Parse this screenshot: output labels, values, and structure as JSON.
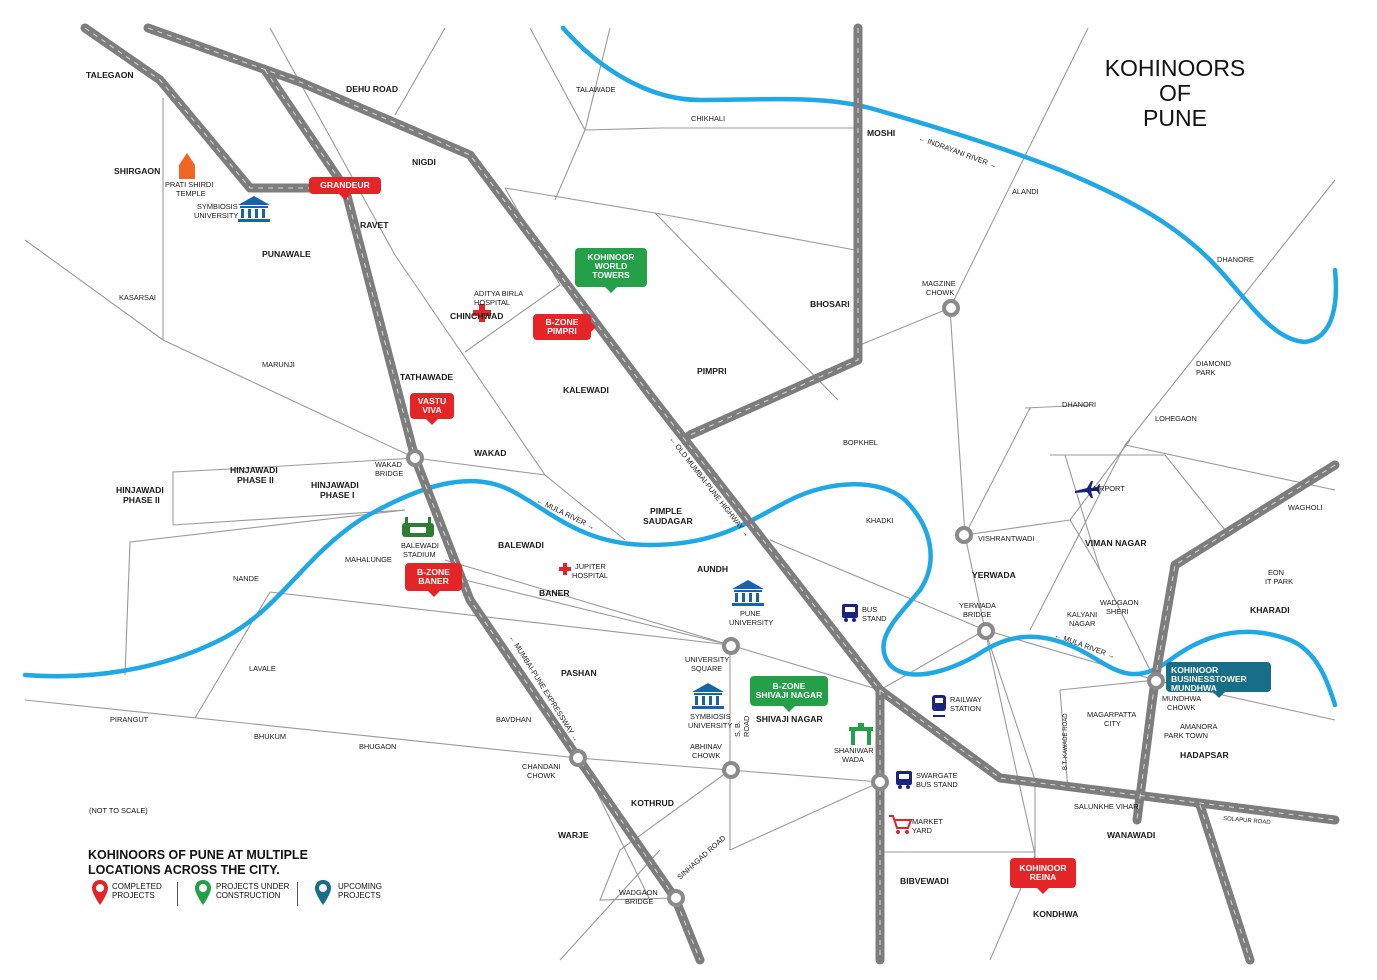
{
  "title": "KOHINOORS OF PUNE",
  "scale_note": "(NOT TO SCALE)",
  "legend": {
    "title": "KOHINOORS OF PUNE AT MULTIPLE LOCATIONS ACROSS THE CITY.",
    "items": [
      {
        "label": "COMPLETED PROJECTS",
        "color": "#e42528"
      },
      {
        "label": "PROJECTS UNDER CONSTRUCTION",
        "color": "#24a148"
      },
      {
        "label": "UPCOMING PROJECTS",
        "color": "#176e86"
      }
    ]
  },
  "projects": [
    {
      "name": "GRANDEUR",
      "status": "completed"
    },
    {
      "name": "KOHINOOR WORLD TOWERS",
      "status": "under-construction"
    },
    {
      "name": "B-ZONE PIMPRI",
      "status": "completed"
    },
    {
      "name": "VASTU VIVA",
      "status": "completed"
    },
    {
      "name": "B-ZONE BANER",
      "status": "completed"
    },
    {
      "name": "B-ZONE SHIVAJI NAGAR",
      "status": "under-construction"
    },
    {
      "name": "KOHINOOR BUSINESSTOWER MUNDHWA",
      "status": "upcoming"
    },
    {
      "name": "KOHINOOR REINA",
      "status": "completed"
    }
  ],
  "areas_bold": [
    "TALEGAON",
    "DEHU ROAD",
    "SHIRGAON",
    "NIGDI",
    "MOSHI",
    "RAVET",
    "PUNAWALE",
    "BHOSARI",
    "CHINCHWAD",
    "TATHAWADE",
    "KALEWADI",
    "PIMPRI",
    "WAKAD",
    "HINJAWADI PHASE II",
    "HINJAWADI PHASE II",
    "HINJAWADI PHASE I",
    "PIMPLE SAUDAGAR",
    "BALEWADI",
    "AUNDH",
    "BANER",
    "VIMAN NAGAR",
    "YERWADA",
    "KHARADI",
    "PASHAN",
    "SHIVAJI NAGAR",
    "HADAPSAR",
    "KOTHRUD",
    "WANAWADI",
    "WARJE",
    "BIBVEWADI",
    "KONDHWA"
  ],
  "areas_small": [
    "TALAWADE",
    "CHIKHALI",
    "ALANDI",
    "DHANORE",
    "KASARSAI",
    "MARUNJI",
    "DIAMOND PARK",
    "DHANORI",
    "LOHEGAON",
    "BOPKHEL",
    "KHADKI",
    "WAGHOLI",
    "EON IT PARK",
    "NANDE",
    "MAHALUNGE",
    "LAVALE",
    "PIRANGUT",
    "BHUKUM",
    "BHUGAON",
    "BAVDHAN",
    "WADGAON SHERI",
    "KALYANI NAGAR",
    "MAGARPATTA CITY",
    "AMANORA PARK TOWN",
    "SALUNKHE VIHAR",
    "SOLAPUR ROAD"
  ],
  "landmarks": [
    "PRATI SHIRDI TEMPLE",
    "SYMBIOSIS UNIVERSITY",
    "ADITYA BIRLA HOSPITAL",
    "BALEWADI STADIUM",
    "JUPITER HOSPITAL",
    "PUNE UNIVERSITY",
    "SYMBIOSIS UNIVERSITY",
    "BUS STAND",
    "RAILWAY STATION",
    "SHANIWAR WADA",
    "SWARGATE BUS STAND",
    "MARKET YARD",
    "AIRPORT"
  ],
  "junctions": [
    "MAGZINE CHOWK",
    "WAKAD BRIDGE",
    "VISHRANTWADI",
    "YERWADA BRIDGE",
    "MUNDHWA CHOWK",
    "UNIVERSITY SQUARE",
    "ABHINAV CHOWK",
    "CHANDANI CHOWK",
    "WADGAON BRIDGE"
  ],
  "roads": [
    "OLD MUMBAI-PUNE HIGHWAY",
    "MUMBAI-PUNE EXPRESSWAY",
    "S. B. ROAD",
    "SINHAGAD ROAD",
    "B.T. KAWADE ROAD",
    "INDRAYANI RIVER",
    "MULA RIVER",
    "MULA RIVER"
  ],
  "colors": {
    "river": "#1fa8e6",
    "highway": "#7d7d7d",
    "completed": "#e42528",
    "under_construction": "#24a148",
    "upcoming": "#176e86",
    "landmark_blue": "#1565a8"
  }
}
